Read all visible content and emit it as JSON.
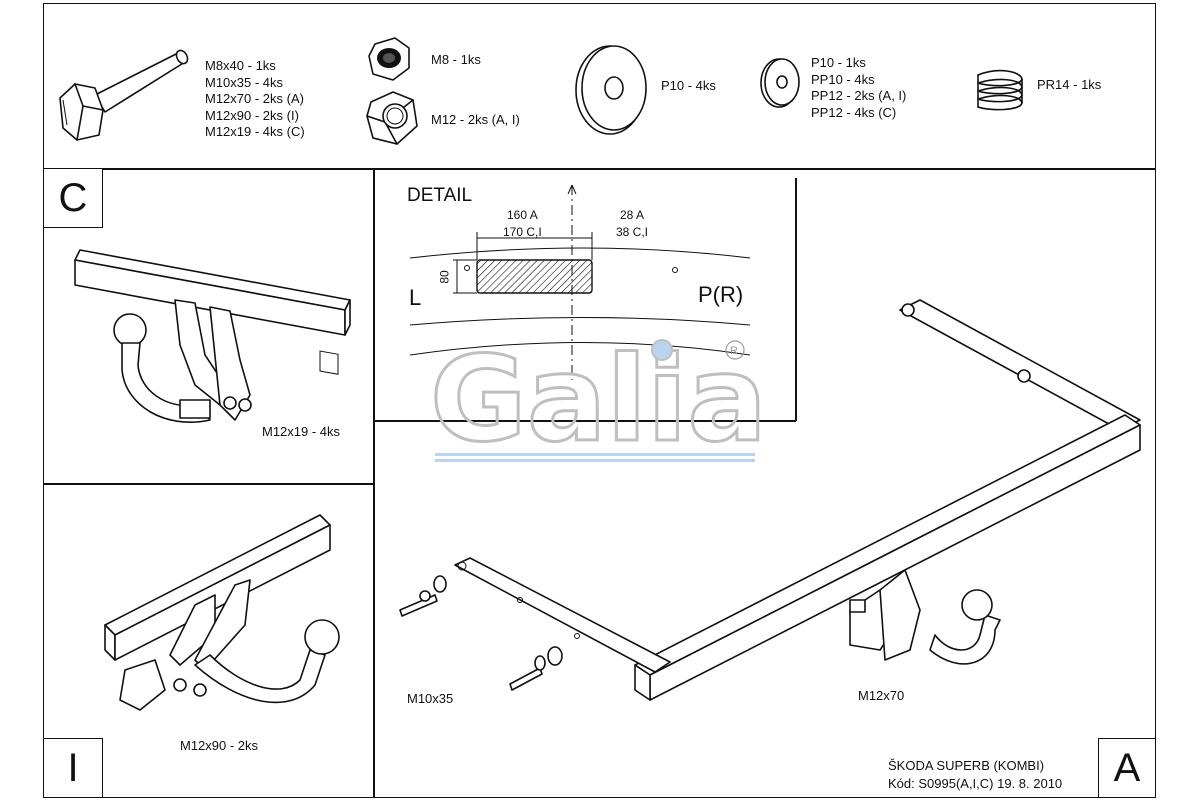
{
  "parts": {
    "bolts": "M8x40 - 1ks\nM10x35 - 4ks\nM12x70 - 2ks (A)\nM12x90 - 2ks (I)\nM12x19 - 4ks (C)",
    "nut_m8": "M8 - 1ks",
    "nut_m12": "M12 - 2ks (A, I)",
    "washer_large": "P10 - 4ks",
    "washers": "P10 - 1ks\nPP10 - 4ks\nPP12 - 2ks (A, I)\nPP12 - 4ks (C)",
    "spring_washer": "PR14 - 1ks"
  },
  "panels": {
    "c_letter": "C",
    "i_letter": "I",
    "a_letter": "A",
    "c_callout": "M12x19 - 4ks",
    "i_callout": "M12x90 - 2ks",
    "a_callout_bolt": "M10x35",
    "a_callout_m12": "M12x70"
  },
  "detail": {
    "title": "DETAIL",
    "dim_left_a": "160 A",
    "dim_left_ci": "170 C,I",
    "dim_right_a": "28 A",
    "dim_right_ci": "38 C,I",
    "dim_height": "80",
    "left_label": "L",
    "right_label": "P(R)"
  },
  "watermark": "Galia",
  "footer": {
    "model": "ŠKODA SUPERB (KOMBI)",
    "code": "Kód: S0995(A,I,C)  19. 8. 2010"
  }
}
